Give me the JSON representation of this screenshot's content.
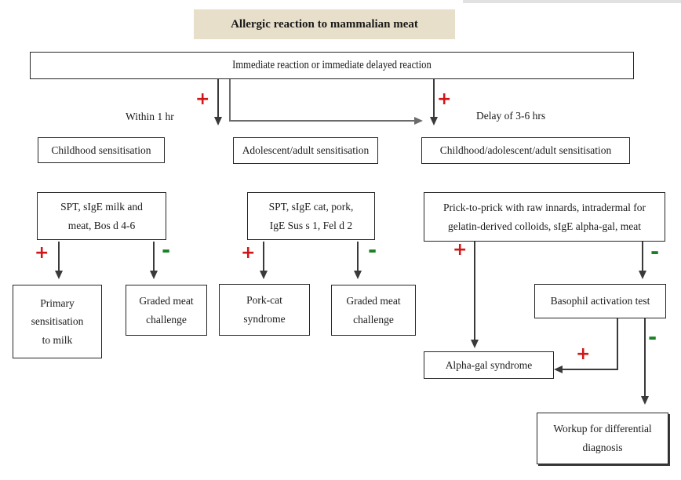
{
  "title": "Allergic reaction to mammalian meat",
  "root_box": "Immediate reaction or immediate delayed reaction",
  "labels": {
    "within": "Within 1 hr",
    "delay": "Delay of 3-6 hrs"
  },
  "signs": {
    "plus": "+",
    "minus": "-"
  },
  "colors": {
    "plus_red": "#d01616",
    "minus_green": "#1a8022",
    "title_bg": "#e7dfc9",
    "line": "#3a3a3a"
  },
  "boxes": {
    "childhood_sens": "Childhood sensitisation",
    "adult_sens": "Adolescent/adult sensitisation",
    "all_sens": "Childhood/adolescent/adult sensitisation",
    "test_milk": [
      "SPT, sIgE milk and",
      "meat, Bos d 4-6"
    ],
    "test_cat_pork": [
      "SPT, sIgE cat, pork,",
      "IgE Sus s 1, Fel d 2"
    ],
    "test_innards": [
      "Prick-to-prick with raw innards, intradermal for",
      "gelatin-derived colloids,  sIgE alpha-gal, meat"
    ],
    "primary_milk": [
      "Primary",
      "sensitisation",
      "to milk"
    ],
    "graded_challenge_1": [
      "Graded meat",
      "challenge"
    ],
    "pork_cat": [
      "Pork-cat",
      "syndrome"
    ],
    "graded_challenge_2": [
      "Graded meat",
      "challenge"
    ],
    "basophil": "Basophil activation test",
    "alpha_gal": "Alpha-gal syndrome",
    "workup": [
      "Workup for differential",
      "diagnosis"
    ]
  }
}
